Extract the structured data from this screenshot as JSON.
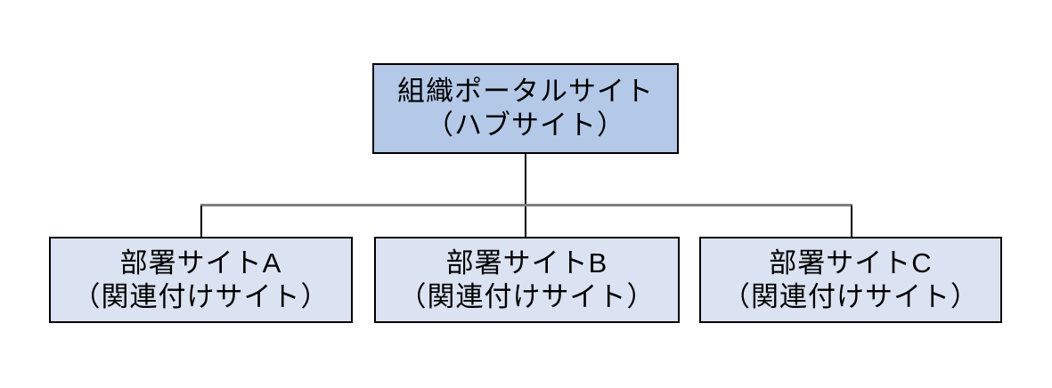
{
  "diagram": {
    "title": "hub-site-structure",
    "hub": {
      "line1": "組織ポータルサイト",
      "line2": "（ハブサイト）"
    },
    "sites": [
      {
        "id": "a",
        "line1": "部署サイトA",
        "line2": "（関連付けサイト）"
      },
      {
        "id": "b",
        "line1": "部署サイトB",
        "line2": "（関連付けサイト）"
      },
      {
        "id": "c",
        "line1": "部署サイトC",
        "line2": "（関連付けサイト）"
      }
    ],
    "colors": {
      "hub_fill": "#b4c9e8",
      "hub_border": "#000000",
      "site_fill": "#dbe3f2",
      "site_border": "#000000",
      "connector_horizontal": "#7f7f7f",
      "connector_vertical": "#000000",
      "text": "#000000",
      "background": "#ffffff"
    }
  }
}
